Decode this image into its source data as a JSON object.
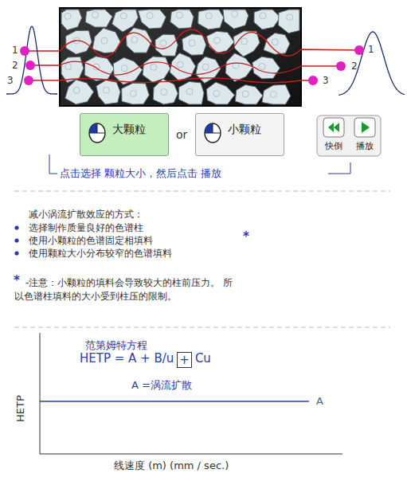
{
  "diagram": {
    "nodes": [
      {
        "text": [
          "大颗粒"
        ]
      },
      {
        "text": [
          "小颗粒"
        ]
      },
      {
        "text": [
          "快倒"
        ]
      },
      {
        "text": [
          "播放"
        ]
      },
      {
        "text": [
          "+"
        ]
      }
    ],
    "labels": [
      "1",
      "2",
      "3",
      "1",
      "2",
      "3",
      "or",
      "点击选择 颗粒大小，然后点击 播放",
      "减小涡流扩散效应的方式：",
      "选择制作质量良好的色谱柱",
      "使用小颗粒的色谱固定相填料",
      "*",
      "使用颗粒大小分布较窄的色谱填料",
      "*",
      "-注意：小颗粒的填料会导致较大的柱前压力。 所以色谱柱填料的大小受到柱压的限制。",
      "范第姆特方程",
      "HETP = A + B/u",
      "Cu",
      "A =涡流扩散",
      "HETP",
      "A",
      "线速度 (m) (mm / sec.)"
    ]
  }
}
